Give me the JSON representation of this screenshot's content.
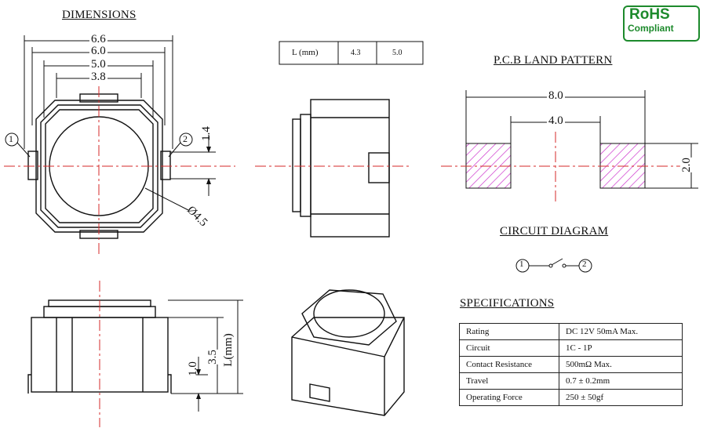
{
  "headings": {
    "dimensions": "DIMENSIONS",
    "pcb": "P.C.B LAND PATTERN",
    "circuit": "CIRCUIT DIAGRAM",
    "specs": "SPECIFICATIONS"
  },
  "rohs": {
    "line1": "RoHS",
    "line2": "Compliant",
    "color": "#1d8a2c"
  },
  "top_view": {
    "w1": "6.6",
    "w2": "6.0",
    "w3": "5.0",
    "w4": "3.8",
    "h_pin": "1.4",
    "dia": "Ø4.5",
    "pin1": "1",
    "pin2": "2"
  },
  "l_table": {
    "header": "L (mm)",
    "values": [
      "4.3",
      "5.0"
    ]
  },
  "pcb": {
    "w_total": "8.0",
    "w_gap": "4.0",
    "h_pad": "2.0",
    "pad_color": "#cc33cc"
  },
  "side_view": {
    "h1": "1.0",
    "h2": "3.5",
    "h3": "L(mm)"
  },
  "circuit": {
    "n1": "1",
    "n2": "2"
  },
  "specs": [
    {
      "label": "Rating",
      "value": "DC 12V 50mA Max."
    },
    {
      "label": "Circuit",
      "value": "1C - 1P"
    },
    {
      "label": "Contact Resistance",
      "value": "500mΩ  Max."
    },
    {
      "label": "Travel",
      "value": "0.7 ± 0.2mm"
    },
    {
      "label": "Operating Force",
      "value": "250 ± 50gf"
    }
  ]
}
